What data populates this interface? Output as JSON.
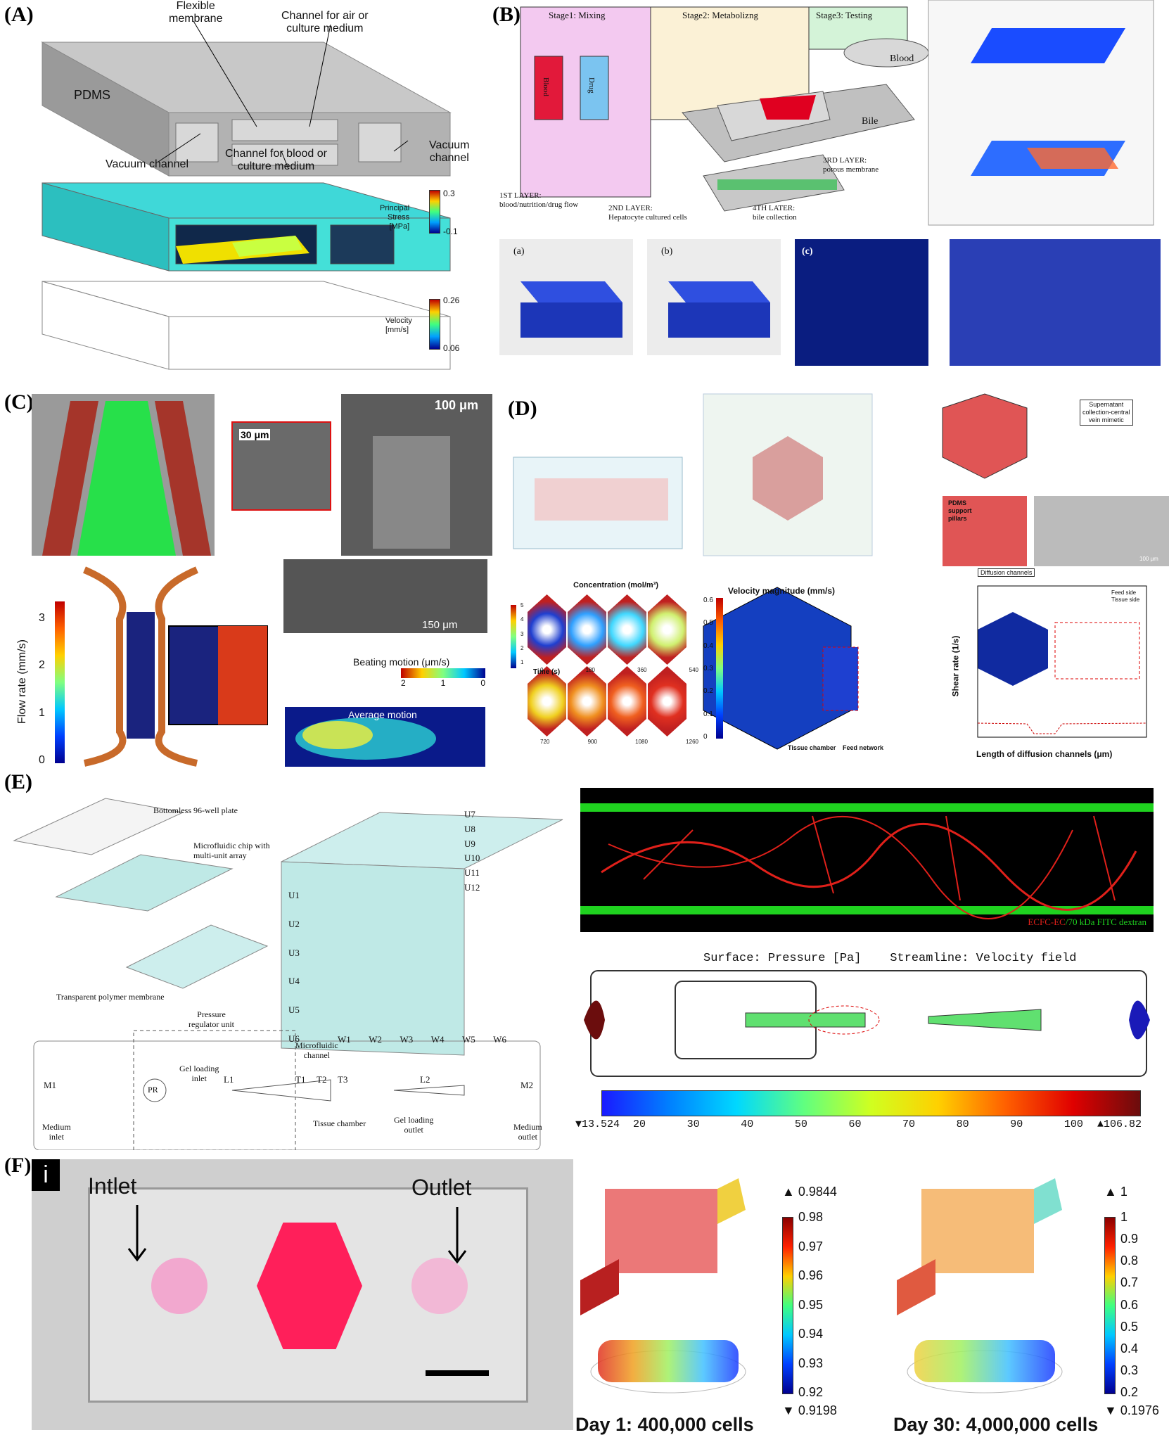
{
  "panels": {
    "A": {
      "label": "(A)",
      "pdms": "PDMS",
      "flexible_membrane": "Flexible\nmembrane",
      "channel_air": "Channel for air or\nculture medium",
      "vacuum_channel_left": "Vacuum channel",
      "channel_blood": "Channel for blood or\nculture medium",
      "vacuum_channel_right": "Vacuum\nchannel",
      "stress_title": "Principal\nStress\n[MPa]",
      "stress_max": "0.3",
      "stress_min": "-0.1",
      "velocity_title": "Velocity\n[mm/s]",
      "velocity_max": "0.26",
      "velocity_min": "0.06"
    },
    "B": {
      "label": "(B)",
      "stage1": "Stage1: Mixing",
      "stage2": "Stage2: Metabolizng",
      "stage3": "Stage3: Testing",
      "blood_syringe": "Blood",
      "drug_syringe": "Drug",
      "blood_out": "Blood",
      "bile_out": "Bile",
      "layer1": "1ST LAYER:\nblood/nutrition/drug flow",
      "layer2": "2ND LAYER:\nHepatocyte cultured cells",
      "layer3": "3RD LAYER:\nporous membrane",
      "layer4": "4TH LATER:\nbile collection",
      "sub_a": "(a)",
      "sub_b": "(b)",
      "sub_c": "(c)"
    },
    "C": {
      "label": "(C)",
      "scale_30": "30 μm",
      "scale_100": "100 μm",
      "scale_150": "150 μm",
      "flow_title": "Flow rate (mm/s)",
      "flow_ticks": [
        "3",
        "2",
        "1",
        "0"
      ],
      "beating_title": "Beating motion (μm/s)",
      "beating_ticks": [
        "2",
        "1",
        "0"
      ],
      "average_motion": "Average motion"
    },
    "D": {
      "label": "(D)",
      "supernatant": "Supernatant\ncollection-central\nvein mimetic",
      "pdms_pillars": "PDMS\nsupport\npillars",
      "diffusion_channels": "Diffusion channels",
      "scale_100": "100 μm",
      "concentration_title": "Concentration (mol/m³)",
      "time_label": "Time (s)",
      "conc_ticks": [
        "5",
        "4",
        "3",
        "2",
        "1"
      ],
      "time_row1": [
        "0",
        "180",
        "360",
        "540"
      ],
      "time_row2": [
        "720",
        "900",
        "1080",
        "1260"
      ],
      "velocity_title": "Velocity magnitude (mm/s)",
      "vel_ticks": [
        "0.6",
        "0.5",
        "0.4",
        "0.3",
        "0.2",
        "0.1",
        "0"
      ],
      "tissue_chamber": "Tissue chamber",
      "feed_network": "Feed network",
      "shear_ylabel": "Shear rate (1/s)",
      "shear_xlabel": "Length of diffusion channels (μm)",
      "legend_feed": "Feed side",
      "legend_tissue": "Tissue side"
    },
    "E": {
      "label": "(E)",
      "bottomless": "Bottomless 96-well plate",
      "chip": "Microfluidic chip with\nmulti-unit array",
      "membrane": "Transparent polymer membrane",
      "units_left": [
        "U1",
        "U2",
        "U3",
        "U4",
        "U5",
        "U6"
      ],
      "units_top": [
        "U7",
        "U8",
        "U9",
        "U10",
        "U11",
        "U12"
      ],
      "wells": [
        "W1",
        "W2",
        "W3",
        "W4",
        "W5",
        "W6"
      ],
      "pressure_regulator": "Pressure\nregulator unit",
      "microfluidic_channel": "Microfluidic\nchannel",
      "m1": "M1",
      "m2": "M2",
      "pr": "PR",
      "gel_inlet": "Gel loading\ninlet",
      "l1": "L1",
      "l2": "L2",
      "t1": "T1",
      "t2": "T2",
      "t3": "T3",
      "tissue_chamber": "Tissue chamber",
      "gel_outlet": "Gel loading\noutlet",
      "medium_inlet": "Medium\ninlet",
      "medium_outlet": "Medium\noutlet",
      "micrograph_caption_red": "ECFC-EC",
      "micrograph_caption_green": "/70 kDa FITC dextran",
      "sim_title": "Surface: Pressure [Pa]    Streamline: Velocity field",
      "cbar_min": "▼13.524",
      "cbar_ticks": [
        "20",
        "30",
        "40",
        "50",
        "60",
        "70",
        "80",
        "90",
        "100"
      ],
      "cbar_max": "▲106.82"
    },
    "F": {
      "label": "(F)",
      "photo_tag": "i",
      "intlet": "Intlet",
      "outlet": "Outlet",
      "day1_max": "▲ 0.9844",
      "day1_ticks": [
        "0.98",
        "0.97",
        "0.96",
        "0.95",
        "0.94",
        "0.93",
        "0.92"
      ],
      "day1_min": "▼ 0.9198",
      "day1_caption": "Day 1: 400,000 cells",
      "day30_max": "▲ 1",
      "day30_ticks": [
        "1",
        "0.9",
        "0.8",
        "0.7",
        "0.6",
        "0.5",
        "0.4",
        "0.3",
        "0.2"
      ],
      "day30_min": "▼ 0.1976",
      "day30_caption": "Day 30: 4,000,000 cells"
    }
  },
  "colors": {
    "jet_red": "#c00000",
    "jet_blue": "#00008f",
    "green_channel": "#1fd21f",
    "pdms_gray": "#a9a9a9"
  }
}
